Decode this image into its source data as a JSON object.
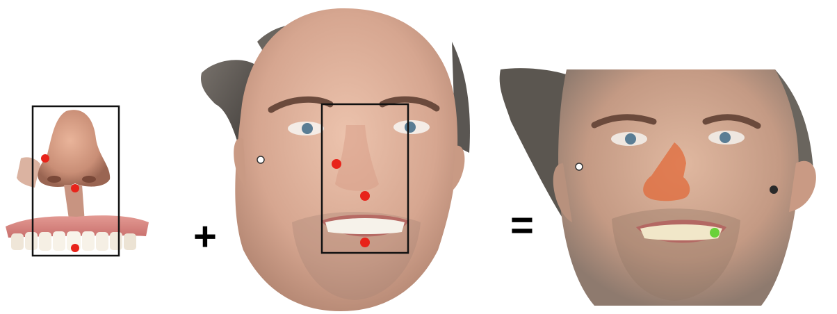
{
  "figure": {
    "operators": {
      "plus": "+",
      "equals": "="
    },
    "panels": [
      {
        "id": "scan-part",
        "content": "nose-and-teeth-scan",
        "landmark_count": 3,
        "has_bounding_box": true
      },
      {
        "id": "face-scan",
        "content": "3d-face-scan",
        "landmark_count": 3,
        "has_bounding_box": true
      },
      {
        "id": "merged-scan",
        "content": "registered-face-scan",
        "landmark_count": 0,
        "has_bounding_box": false
      }
    ],
    "colors": {
      "landmark": "#e8231a",
      "box": "#111111",
      "skin": "#d9aa92",
      "hair": "#5a5652",
      "teeth": "#f3efe6",
      "overlay": "#e06a3a",
      "marker_green": "#6ad13a"
    }
  }
}
